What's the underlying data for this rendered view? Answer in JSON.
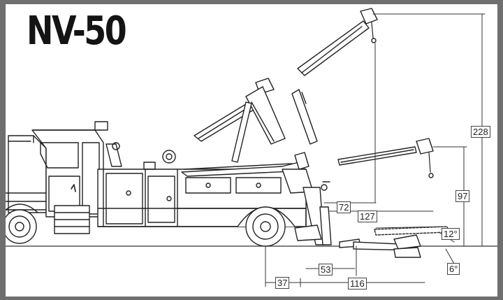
{
  "title": "NV-50",
  "dimensions": {
    "boom_height": "228",
    "boom_reach_low": "97",
    "underlift_height": "72",
    "underlift_reach": "127",
    "wheel_lift_angle_up": "12°",
    "wheel_lift_angle_down": "6°",
    "underlift_retracted": "53",
    "axle_offset": "37",
    "underlift_extended": "116"
  }
}
